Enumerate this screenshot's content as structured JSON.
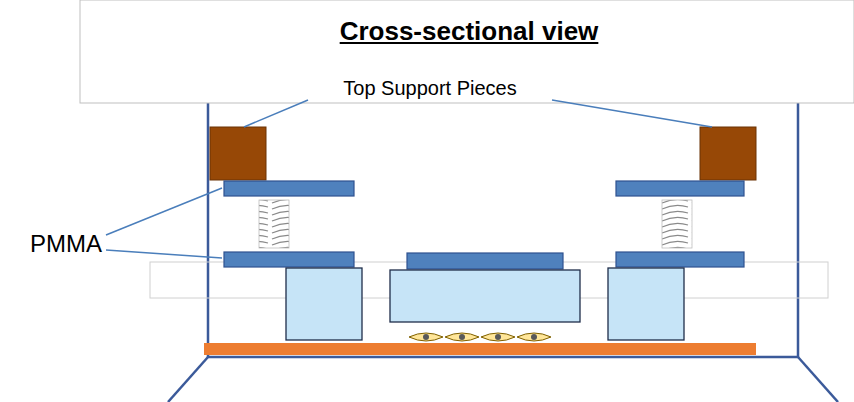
{
  "diagram": {
    "title": "Cross-sectional view",
    "labels": [
      "Top Support Pieces",
      "PMMA"
    ]
  }
}
